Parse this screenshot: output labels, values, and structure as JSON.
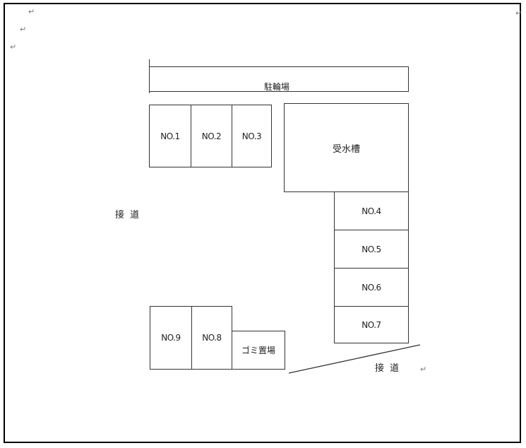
{
  "paragraph_marks": [
    "↵",
    "↵",
    "↵",
    "↵",
    "↵"
  ],
  "bicycle_parking": "駐輪場",
  "water_tank": "受水槽",
  "garbage_area": "ゴミ置場",
  "road_label_left": "接 道",
  "road_label_bottom": "接 道",
  "slots": {
    "no1": "NO.1",
    "no2": "NO.2",
    "no3": "NO.3",
    "no4": "NO.4",
    "no5": "NO.5",
    "no6": "NO.6",
    "no7": "NO.7",
    "no8": "NO.8",
    "no9": "NO.9"
  }
}
